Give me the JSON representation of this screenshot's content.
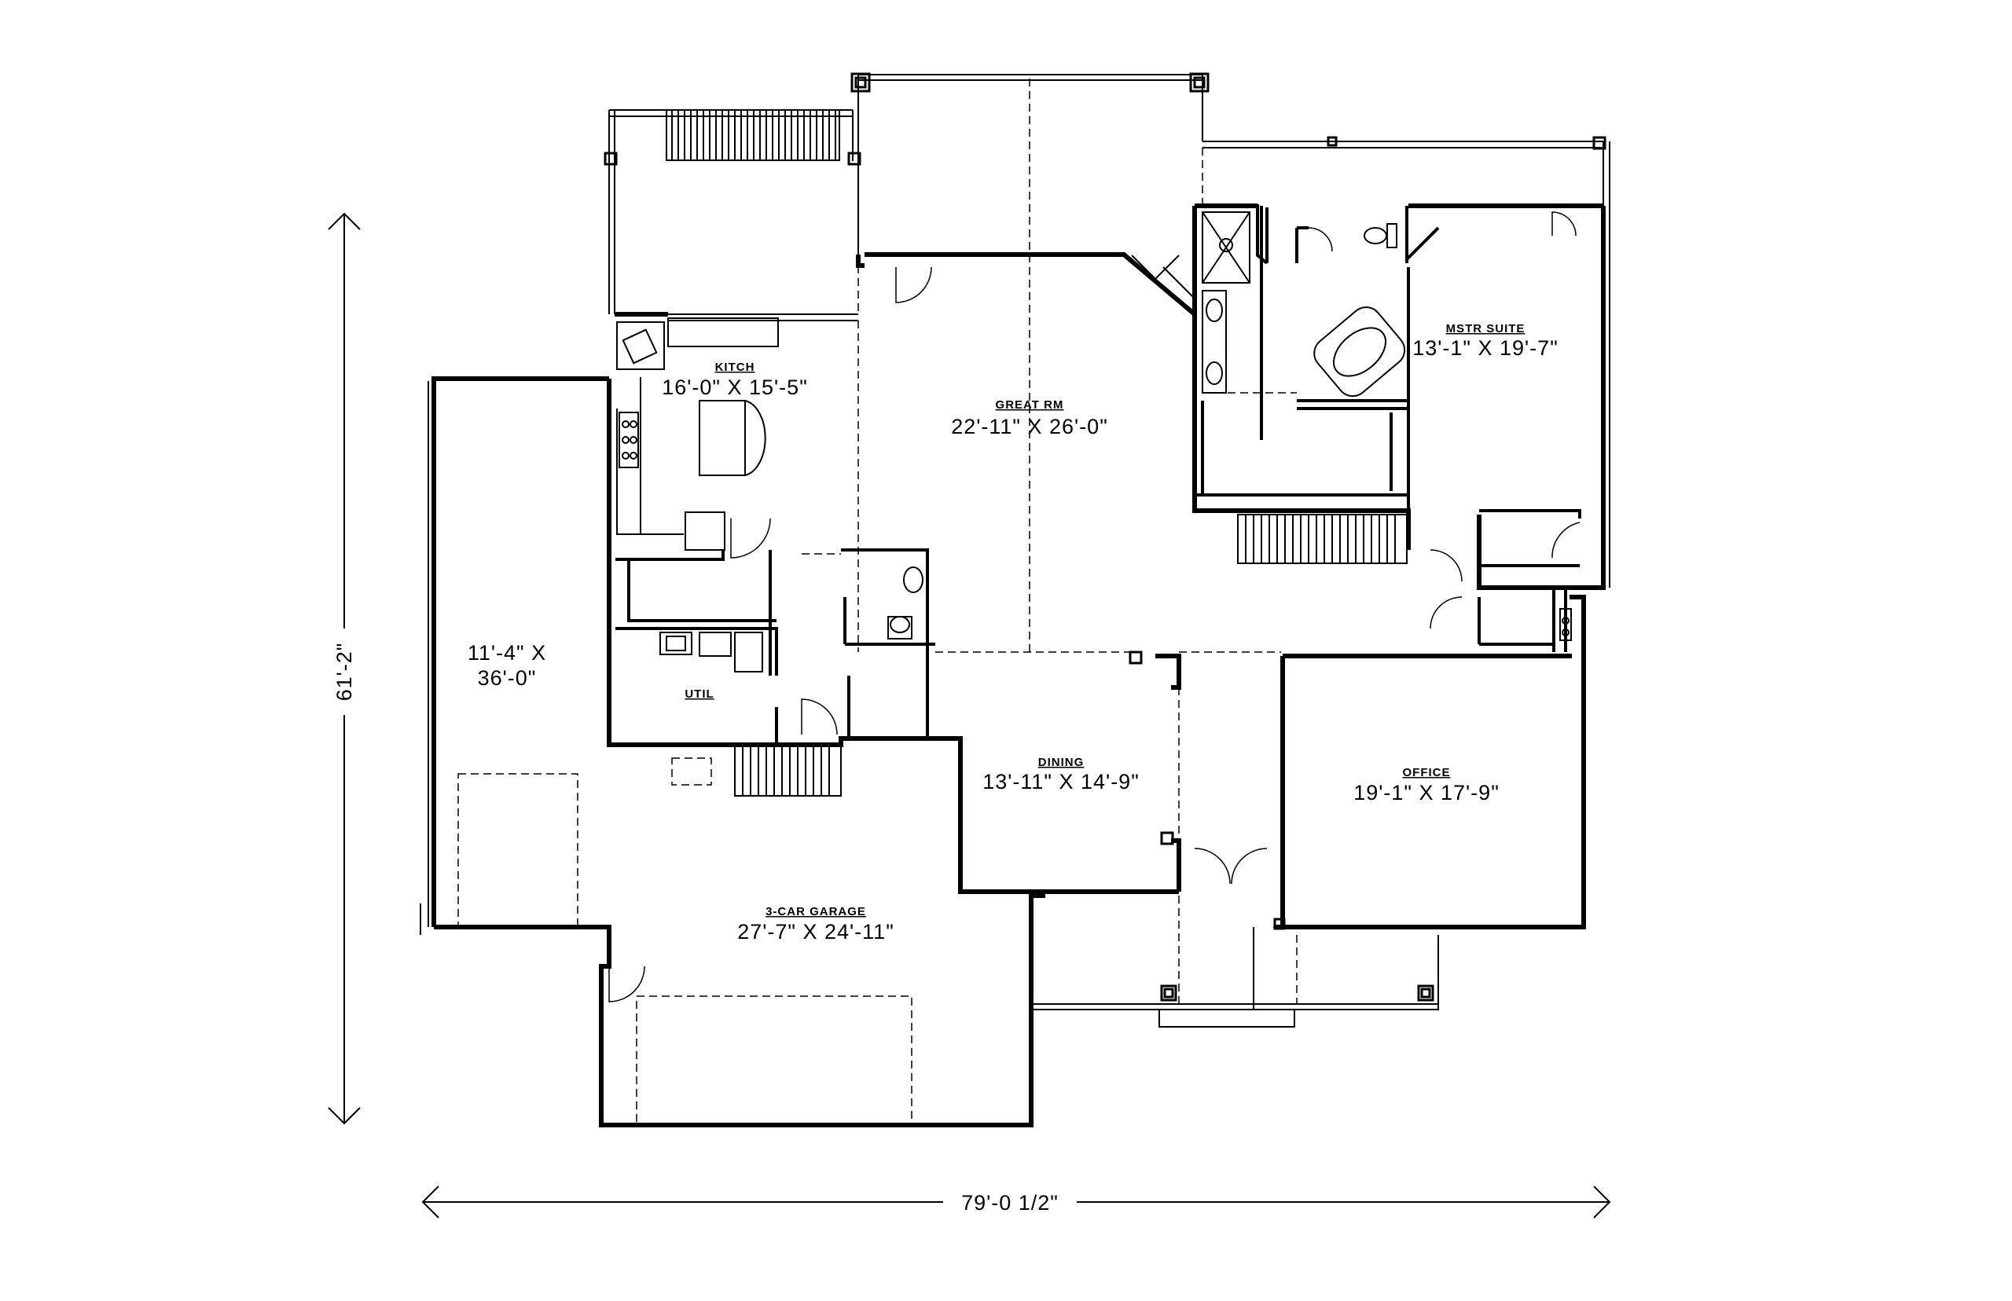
{
  "rooms": {
    "kitchen": {
      "name": "KITCH",
      "dims": "16'-0\" X 15'-5\""
    },
    "great_room": {
      "name": "GREAT RM",
      "dims": "22'-11\" X 26'-0\""
    },
    "master_suite": {
      "name": "MSTR SUITE",
      "dims": "13'-1\" X 19'-7\""
    },
    "util": {
      "name": "UTIL"
    },
    "side_garage": {
      "dims_line1": "11'-4\" X",
      "dims_line2": "36'-0\""
    },
    "dining": {
      "name": "DINING",
      "dims": "13'-11\" X 14'-9\""
    },
    "office": {
      "name": "OFFICE",
      "dims": "19'-1\" X 17'-9\""
    },
    "garage": {
      "name": "3-CAR GARAGE",
      "dims": "27'-7\" X 24'-11\""
    }
  },
  "overall": {
    "depth": "61'-2\"",
    "width": "79'-0 1/2\""
  }
}
